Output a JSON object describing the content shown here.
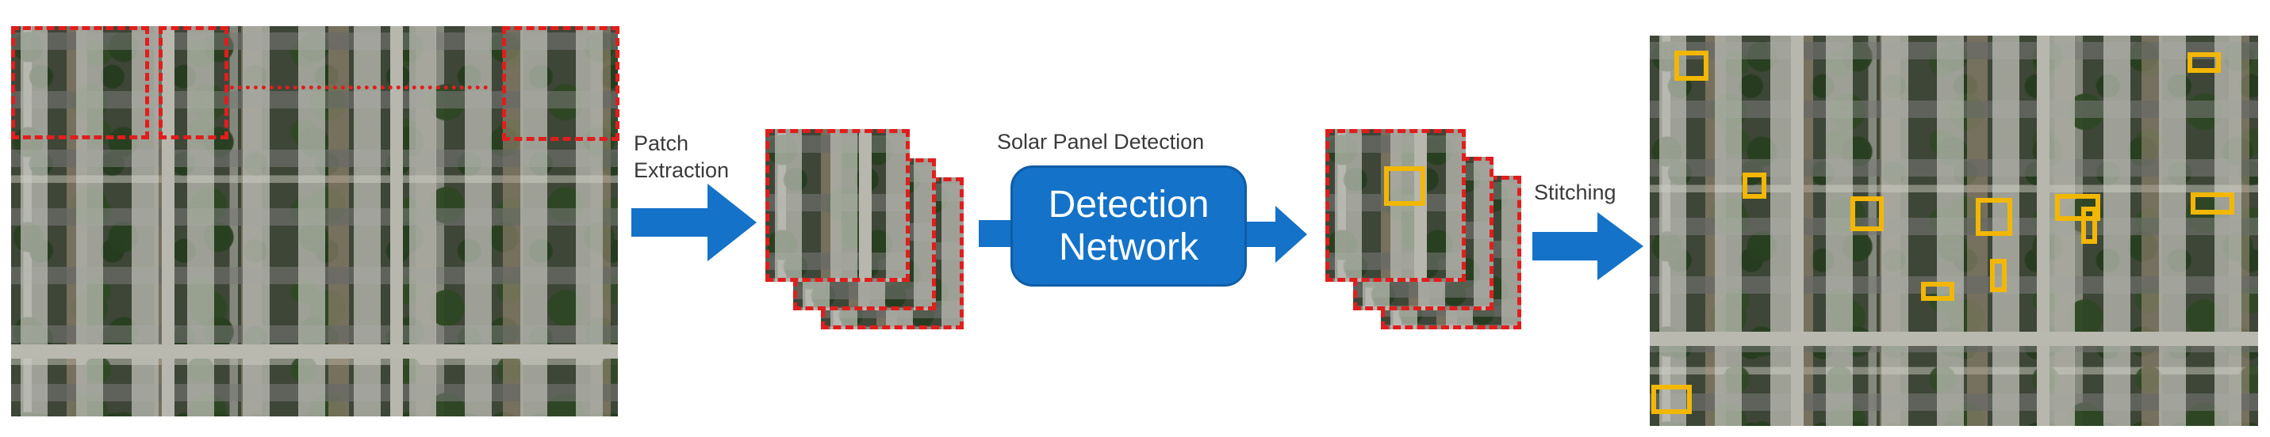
{
  "steps": {
    "patch_label_line1": "Patch",
    "patch_label_line2": "Extraction",
    "detection_caption": "Solar Panel Detection",
    "network_line1": "Detection",
    "network_line2": "Network",
    "stitch_label": "Stitching"
  },
  "colors": {
    "arrow": "#1472c8",
    "patch_border": "#e11d1d",
    "solar_box": "#f2b705",
    "network_box": "#1472c8"
  }
}
